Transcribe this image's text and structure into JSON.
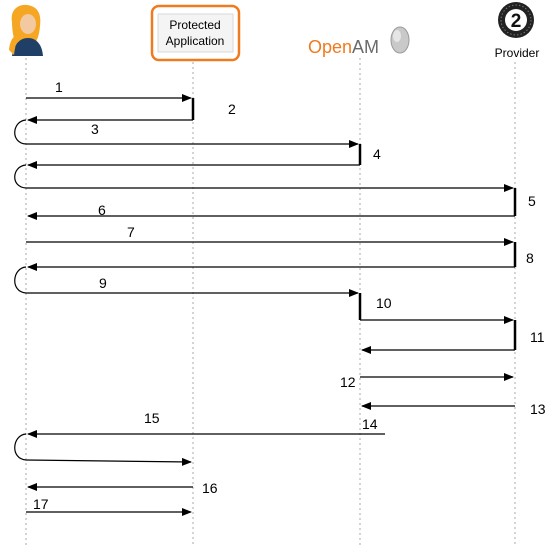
{
  "participants": {
    "app_line1": "Protected",
    "app_line2": "Application",
    "openam_part1": "Open",
    "openam_part2": "AM",
    "provider_badge": "2",
    "provider_label": "Provider"
  },
  "steps": [
    "1",
    "2",
    "3",
    "4",
    "5",
    "6",
    "7",
    "8",
    "9",
    "10",
    "11",
    "12",
    "13",
    "14",
    "15",
    "16",
    "17"
  ]
}
